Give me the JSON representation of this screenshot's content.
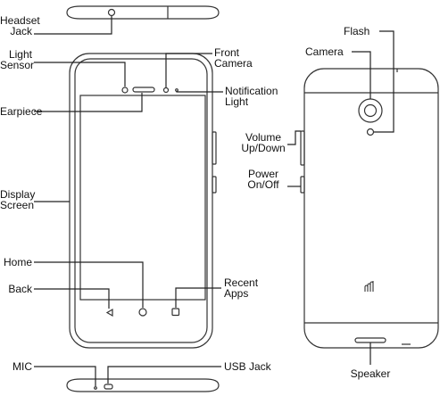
{
  "labels": {
    "headset_jack": [
      "Headset",
      "Jack"
    ],
    "light_sensor": [
      "Light",
      "Sensor"
    ],
    "earpiece": "Earpiece",
    "display_screen": [
      "Display",
      "Screen"
    ],
    "home": "Home",
    "back": "Back",
    "mic": "MIC",
    "front_camera": [
      "Front",
      "Camera"
    ],
    "notification_light": [
      "Notification",
      "Light"
    ],
    "recent_apps": [
      "Recent",
      "Apps"
    ],
    "usb_jack": "USB Jack",
    "flash": "Flash",
    "camera": "Camera",
    "volume": [
      "Volume",
      "Up/Down"
    ],
    "power": [
      "Power",
      "On/Off"
    ],
    "speaker": "Speaker"
  },
  "colors": {
    "line": "#222222",
    "device_outline": "#333333",
    "background": "#ffffff"
  },
  "icons": {
    "back": "triangle-back-icon",
    "home": "circle-home-icon",
    "recent": "square-recent-icon",
    "brand": "brand-logo-icon"
  }
}
